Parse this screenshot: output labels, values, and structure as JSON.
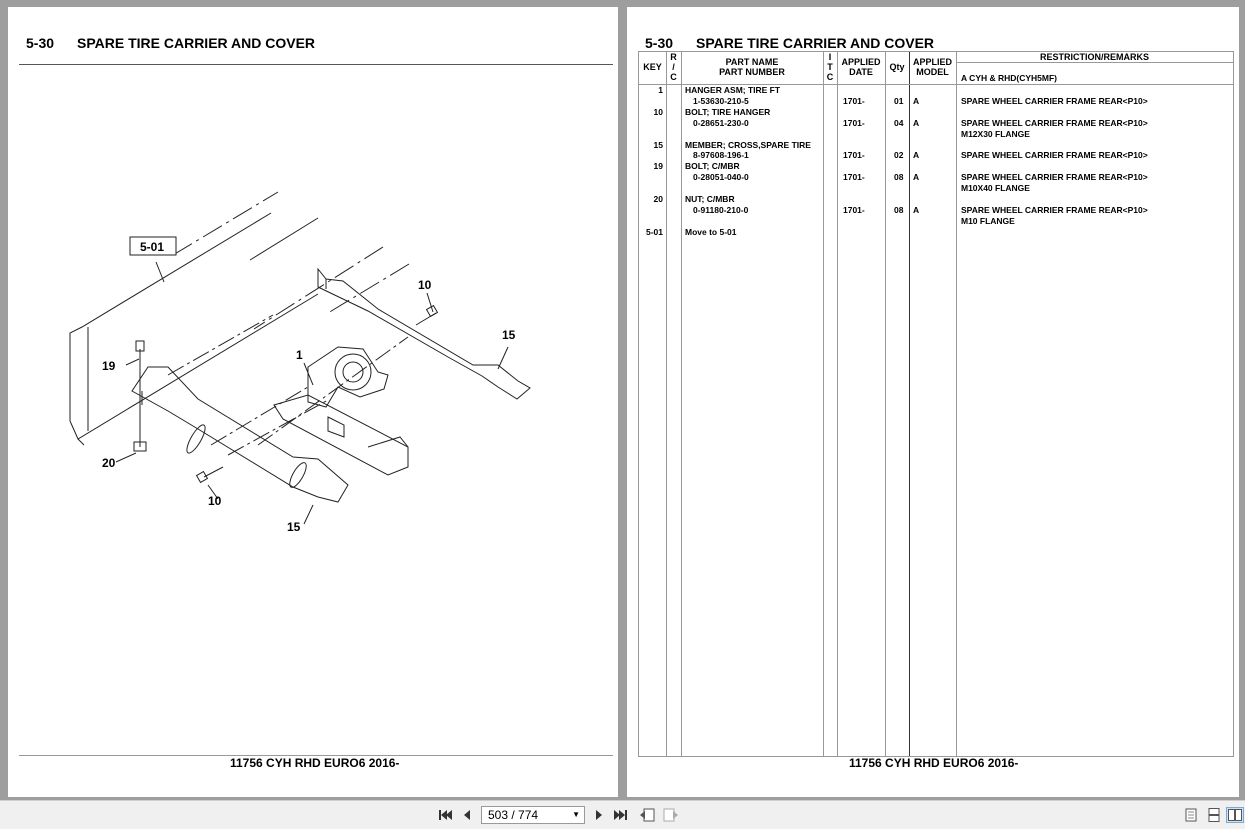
{
  "left_page": {
    "section_number": "5-30",
    "section_title": "SPARE TIRE CARRIER AND COVER",
    "footer": "11756 CYH RHD EURO6 2016-",
    "callouts": {
      "ref": "5-01",
      "c10a": "10",
      "c15a": "15",
      "c1": "1",
      "c19": "19",
      "c20": "20",
      "c10b": "10",
      "c15b": "15"
    }
  },
  "right_page": {
    "section_number": "5-30",
    "section_title": "SPARE TIRE CARRIER AND COVER",
    "footer": "11756 CYH RHD EURO6 2016-",
    "table": {
      "headers": {
        "key": "KEY",
        "rc": [
          "R",
          "/",
          "C"
        ],
        "part_name": "PART NAME",
        "part_number": "PART NUMBER",
        "itc": [
          "I",
          "T",
          "C"
        ],
        "applied_date": [
          "APPLIED",
          "DATE"
        ],
        "qty": "Qty",
        "applied_model": [
          "APPLIED",
          "MODEL"
        ],
        "remarks": "RESTRICTION/REMARKS",
        "remarks_sub": "A CYH & RHD(CYH5MF)"
      },
      "rows": [
        {
          "key": "1",
          "name": "HANGER ASM; TIRE FT",
          "number": "1-53630-210-5",
          "date": "1701-",
          "qty": "01",
          "model": "A",
          "remarks": [
            "SPARE WHEEL CARRIER FRAME REAR<P10>"
          ]
        },
        {
          "key": "10",
          "name": "BOLT; TIRE HANGER",
          "number": "0-28651-230-0",
          "date": "1701-",
          "qty": "04",
          "model": "A",
          "remarks": [
            "SPARE WHEEL CARRIER FRAME REAR<P10>",
            "M12X30 FLANGE"
          ]
        },
        {
          "key": "15",
          "name": "MEMBER; CROSS,SPARE TIRE",
          "number": "8-97608-196-1",
          "date": "1701-",
          "qty": "02",
          "model": "A",
          "remarks": [
            "SPARE WHEEL CARRIER FRAME REAR<P10>"
          ]
        },
        {
          "key": "19",
          "name": "BOLT; C/MBR",
          "number": "0-28051-040-0",
          "date": "1701-",
          "qty": "08",
          "model": "A",
          "remarks": [
            "SPARE WHEEL CARRIER FRAME REAR<P10>",
            "M10X40 FLANGE"
          ]
        },
        {
          "key": "20",
          "name": "NUT; C/MBR",
          "number": "0-91180-210-0",
          "date": "1701-",
          "qty": "08",
          "model": "A",
          "remarks": [
            "SPARE WHEEL CARRIER FRAME REAR<P10>",
            "M10 FLANGE"
          ]
        },
        {
          "key": "5-01",
          "name": "Move to 5-01",
          "number": "",
          "date": "",
          "qty": "",
          "model": "",
          "remarks": []
        }
      ]
    }
  },
  "toolbar": {
    "page_indicator": "503 / 774",
    "icons": [
      "first-page-icon",
      "previous-page-icon",
      "next-page-icon",
      "last-page-icon",
      "previous-view-icon",
      "next-view-icon",
      "single-page-view-icon",
      "continuous-view-icon",
      "facing-view-icon"
    ]
  }
}
